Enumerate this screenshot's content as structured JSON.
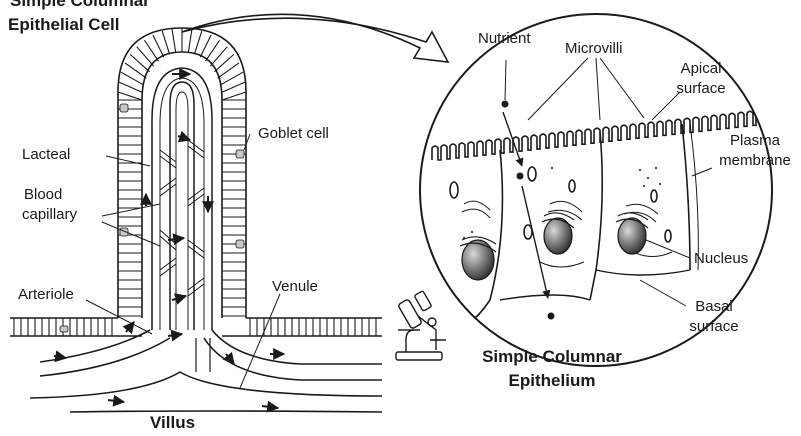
{
  "titles": {
    "cell_line1": "Simple Columnar",
    "cell_line2": "Epithelial Cell",
    "villus": "Villus",
    "epithelium_line1": "Simple Columnar",
    "epithelium_line2": "Epithelium"
  },
  "villus_labels": {
    "lacteal": "Lacteal",
    "blood_line1": "Blood",
    "blood_line2": "capillary",
    "goblet": "Goblet cell",
    "arteriole": "Arteriole",
    "venule": "Venule"
  },
  "epithelium_labels": {
    "nutrient": "Nutrient",
    "microvilli": "Microvilli",
    "apical_line1": "Apical",
    "apical_line2": "surface",
    "plasma_line1": "Plasma",
    "plasma_line2": "membrane",
    "nucleus": "Nucleus",
    "basal_line1": "Basal",
    "basal_line2": "surface"
  },
  "colors": {
    "line": "#1a1a1a",
    "goblet_fill": "#c8c8c8",
    "nucleus_dark": "#3a3a3a",
    "nucleus_light": "#d9d9d9"
  },
  "icons": [
    "microscope-icon",
    "curved-arrow-icon"
  ]
}
